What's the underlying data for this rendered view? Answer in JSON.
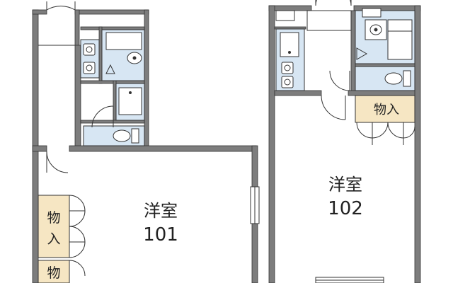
{
  "units": [
    {
      "room_type": "洋室",
      "room_number": "101",
      "storage_labels": [
        "物入",
        "物"
      ]
    },
    {
      "room_type": "洋室",
      "room_number": "102",
      "storage_labels": [
        "物入"
      ]
    }
  ],
  "colors": {
    "wall_fill": "#7d7d7d",
    "wall_outline": "#333333",
    "wetroom_fill": "#d7e6f3",
    "storage_fill": "#f6e6c3",
    "line": "#333333",
    "background": "#ffffff"
  }
}
